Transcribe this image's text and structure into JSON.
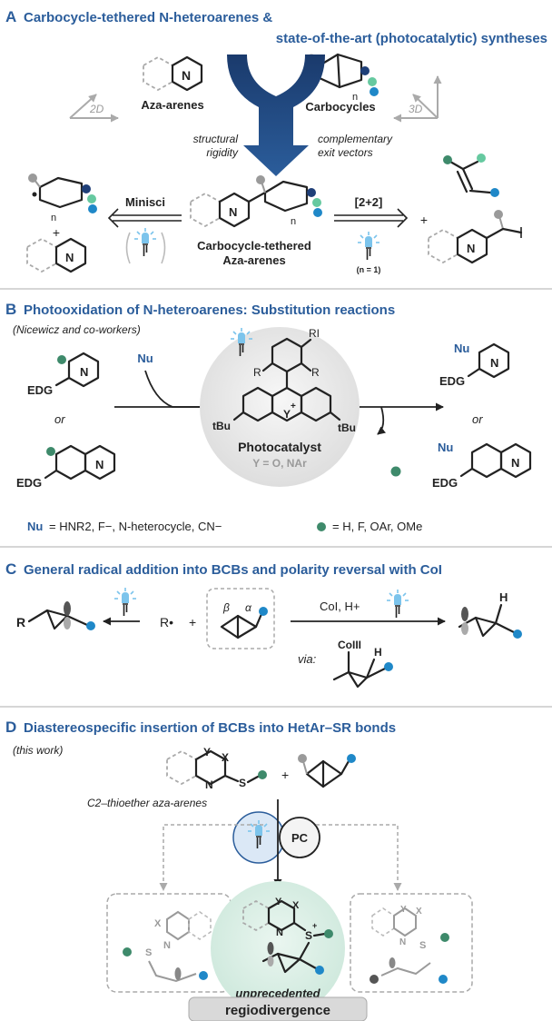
{
  "section_a": {
    "letter": "A",
    "title_line1": "Carbocycle-tethered N-heteroarenes &",
    "title_line2": "state-of-the-art (photocatalytic) syntheses",
    "label_2d": "2D",
    "label_3d": "3D",
    "aza_arenes": "Aza-arenes",
    "carbocycles": "Carbocycles",
    "ring_n": "n",
    "n_atom": "N",
    "structural_rigidity_1": "structural",
    "structural_rigidity_2": "rigidity",
    "exit_vectors_1": "complementary",
    "exit_vectors_2": "exit vectors",
    "minisci": "Minisci",
    "cycloaddition": "[2+2]",
    "tethered_1": "Carbocycle-tethered",
    "tethered_2": "Aza-arenes",
    "n_equals_1": "(n = 1)",
    "plus": "+"
  },
  "section_b": {
    "letter": "B",
    "title": "Photooxidation of N-heteroarenes: Substitution reactions",
    "subtitle": "(Nicewicz and co-workers)",
    "edg": "EDG",
    "or": "or",
    "nu": "Nu",
    "photocatalyst": "Photocatalyst",
    "y_eq": "Y = O, NAr",
    "tbu": "tBu",
    "r": "R",
    "r1": "RI",
    "y_atom": "Y",
    "nu_def_label": "Nu",
    "nu_def_rest": "= HNR2, F−, N-heterocycle, CN−",
    "dot_def": "= H, F, OAr, OMe"
  },
  "section_c": {
    "letter": "C",
    "title": "General radical addition into BCBs and polarity reversal with CoI",
    "r_group": "R",
    "r_radical": "R•",
    "beta": "β",
    "alpha": "α",
    "reagents": "CoI, H+",
    "via": "via:",
    "co3": "CoIII",
    "h": "H"
  },
  "section_d": {
    "letter": "D",
    "title": "Diastereospecific insertion of BCBs into HetAr–SR bonds",
    "subtitle": "(this work)",
    "substrate": "C2–thioether aza-arenes",
    "pc": "PC",
    "x_atom": "X",
    "y_atom": "Y",
    "n_atom": "N",
    "s_atom": "S",
    "unprecedented": "unprecedented",
    "regiodivergence": "regiodivergence"
  },
  "colors": {
    "title_blue": "#2b5d9b",
    "green": "#3e8a6b",
    "blue_dot": "#1f88c8",
    "navy": "#1f3f78",
    "light_green": "#66c9a0",
    "grey_dot": "#9a9a9a",
    "lamp_blue": "#7cc4ec",
    "circle_grey": "#e9e9e9",
    "circle_green": "#d9efe6"
  }
}
